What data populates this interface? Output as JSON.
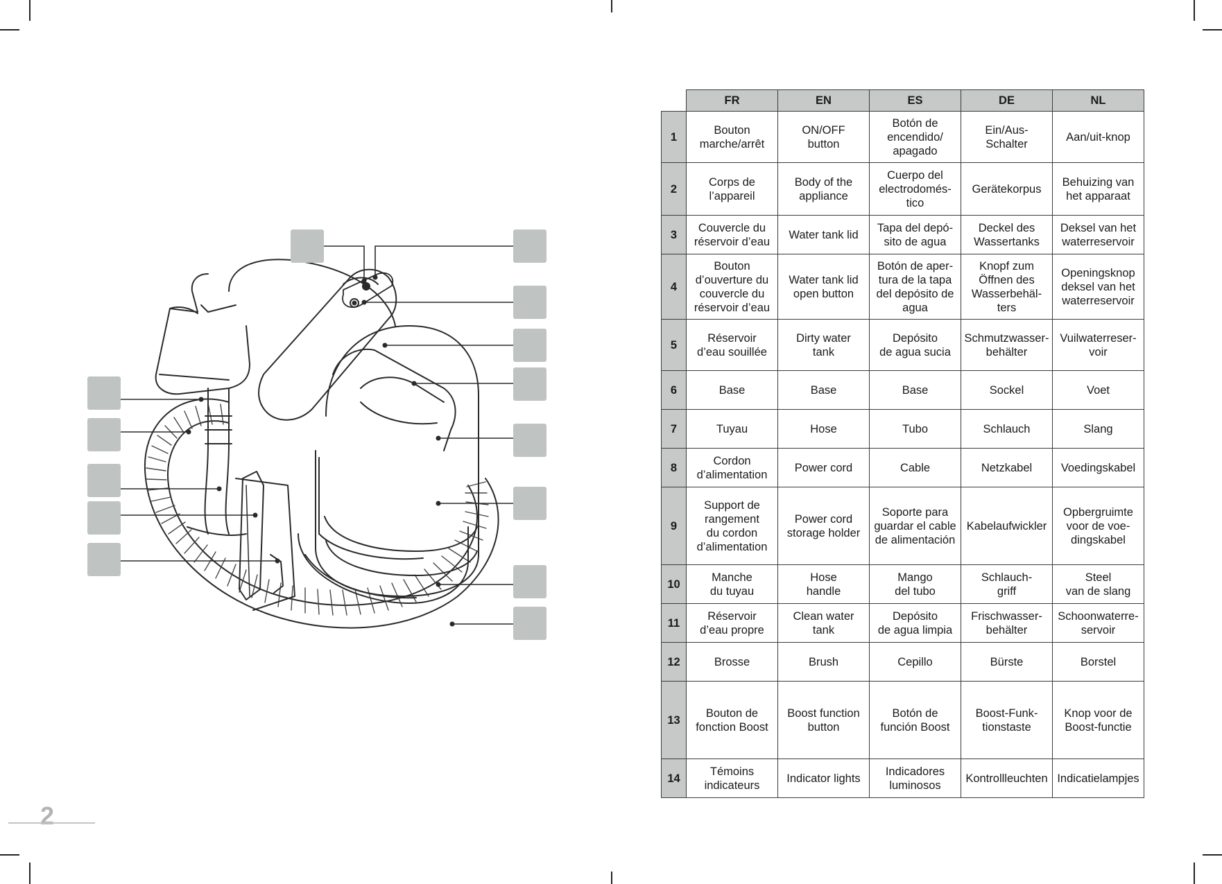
{
  "page_number": "2",
  "table": {
    "headers": [
      "FR",
      "EN",
      "ES",
      "DE",
      "NL"
    ],
    "rows": [
      {
        "n": "1",
        "cells": [
          "Bouton\nmarche/arrêt",
          "ON/OFF\nbutton",
          "Botón de\nencendido/\napagado",
          "Ein/Aus-\nSchalter",
          "Aan/uit-knop"
        ]
      },
      {
        "n": "2",
        "cells": [
          "Corps de\nl’appareil",
          "Body of the\nappliance",
          "Cuerpo del\nelectrodomés-\ntico",
          "Gerätekorpus",
          "Behuizing van\nhet apparaat"
        ]
      },
      {
        "n": "3",
        "cells": [
          "Couvercle du\nréservoir d’eau",
          "Water tank lid",
          "Tapa del depó-\nsito de agua",
          "Deckel des\nWassertanks",
          "Deksel van het\nwaterreservoir"
        ]
      },
      {
        "n": "4",
        "cells": [
          "Bouton\nd’ouverture du\ncouvercle du\nréservoir d’eau",
          "Water tank lid\nopen button",
          "Botón de aper-\ntura de la tapa\ndel depósito de\nagua",
          "Knopf zum\nÖffnen des\nWasserbehäl-\nters",
          "Openingsknop\ndeksel van het\nwaterreservoir"
        ]
      },
      {
        "n": "5",
        "cells": [
          "Réservoir\nd’eau souillée",
          "Dirty water\ntank",
          "Depósito\nde agua sucia",
          "Schmutzwasser-\nbehälter",
          "Vuilwaterreser-\nvoir"
        ]
      },
      {
        "n": "6",
        "cells": [
          "Base",
          "Base",
          "Base",
          "Sockel",
          "Voet"
        ]
      },
      {
        "n": "7",
        "cells": [
          "Tuyau",
          "Hose",
          "Tubo",
          "Schlauch",
          "Slang"
        ]
      },
      {
        "n": "8",
        "cells": [
          "Cordon\nd’alimentation",
          "Power cord",
          "Cable",
          "Netzkabel",
          "Voedingskabel"
        ]
      },
      {
        "n": "9",
        "cells": [
          "Support de\nrangement\ndu cordon\nd’alimentation",
          "Power cord\nstorage holder",
          "Soporte para\nguardar el cable\nde alimentación",
          "Kabelaufwickler",
          "Opbergruimte\nvoor de voe-\ndingskabel"
        ]
      },
      {
        "n": "10",
        "cells": [
          "Manche\ndu tuyau",
          "Hose\nhandle",
          "Mango\ndel tubo",
          "Schlauch-\ngriff",
          "Steel\nvan de slang"
        ]
      },
      {
        "n": "11",
        "cells": [
          "Réservoir\nd’eau propre",
          "Clean water\ntank",
          "Depósito\nde agua limpia",
          "Frischwasser-\nbehälter",
          "Schoonwaterre-\nservoir"
        ]
      },
      {
        "n": "12",
        "cells": [
          "Brosse",
          "Brush",
          "Cepillo",
          "Bürste",
          "Borstel"
        ]
      },
      {
        "n": "13",
        "cells": [
          "Bouton de\nfonction Boost",
          "Boost function\nbutton",
          "Botón de\nfunción Boost",
          "Boost-Funk-\ntionstaste",
          "Knop voor de\nBoost-functie"
        ]
      },
      {
        "n": "14",
        "cells": [
          "Témoins\nindicateurs",
          "Indicator lights",
          "Indicadores\nluminosos",
          "Kontrollleuchten",
          "Indicatielampjes"
        ]
      }
    ]
  }
}
